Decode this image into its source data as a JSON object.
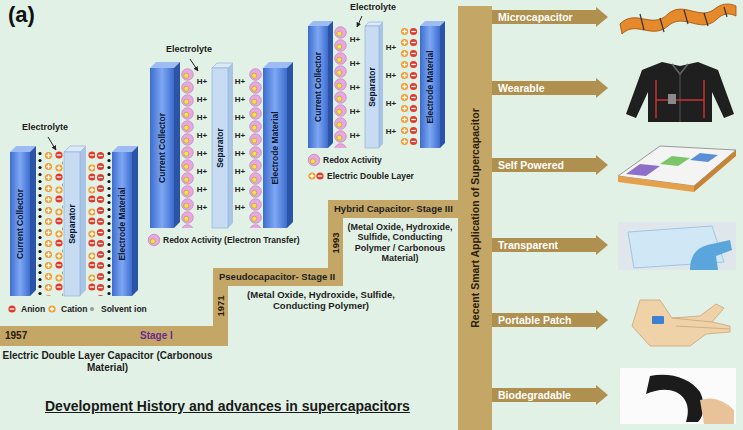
{
  "diagram": {
    "title": "Development History and advances in supercapacitors",
    "nodes": [
      {
        "text": [
          "1957",
          "Stage I",
          "Electric Double Layer Capacitor (Carbonous Material)"
        ]
      },
      {
        "text": [
          "Pseudocapacitor- Stage II",
          "(Metal Oxide, Hydroxide, Sulfide, Conducting Polymer)"
        ]
      },
      {
        "text": [
          "Hybrid Capacitor- Stage III",
          "(Metal Oxide, Hydroxide, Sulfide, Conducting Polymer / Carbonous Material)"
        ]
      },
      {
        "text": [
          "Recent Smart Application of Supercapacitor"
        ]
      },
      {
        "text": [
          "Microcapacitor"
        ]
      },
      {
        "text": [
          "Wearable"
        ]
      },
      {
        "text": [
          "Self Powered"
        ]
      },
      {
        "text": [
          "Transparent"
        ]
      },
      {
        "text": [
          "Portable Patch"
        ]
      },
      {
        "text": [
          "Biodegradable"
        ]
      }
    ],
    "edges": [
      {
        "from": 0,
        "to": 1,
        "arrow": "none",
        "label": "1971"
      },
      {
        "from": 1,
        "to": 2,
        "arrow": "none",
        "label": "1993"
      }
    ],
    "labels": [
      "(a)",
      "Electrolyte",
      "Current Collector",
      "Separator",
      "Electrode Material",
      "Electrolyte",
      "Current Collector",
      "Separator",
      "Electrode Material",
      "H+",
      "H+",
      "H+",
      "H+",
      "H+",
      "H+",
      "H+",
      "H+",
      "H+",
      "H+",
      "H+",
      "H+",
      "H+",
      "H+",
      "H+",
      "H+",
      "Electrolyte",
      "Current Collector",
      "Separator",
      "Electrode Material",
      "H+",
      "H+",
      "H+",
      "H+",
      "H+",
      "H+",
      "H+",
      "H+",
      "H+"
    ],
    "legend": [
      {
        "text": "Anion"
      },
      {
        "text": "Cation"
      },
      {
        "text": "Solvent ion"
      },
      {
        "text": "Redox Activity (Electron Transfer)"
      },
      {
        "text": "Redox Activity"
      },
      {
        "text": "Electric Double Layer"
      }
    ]
  }
}
